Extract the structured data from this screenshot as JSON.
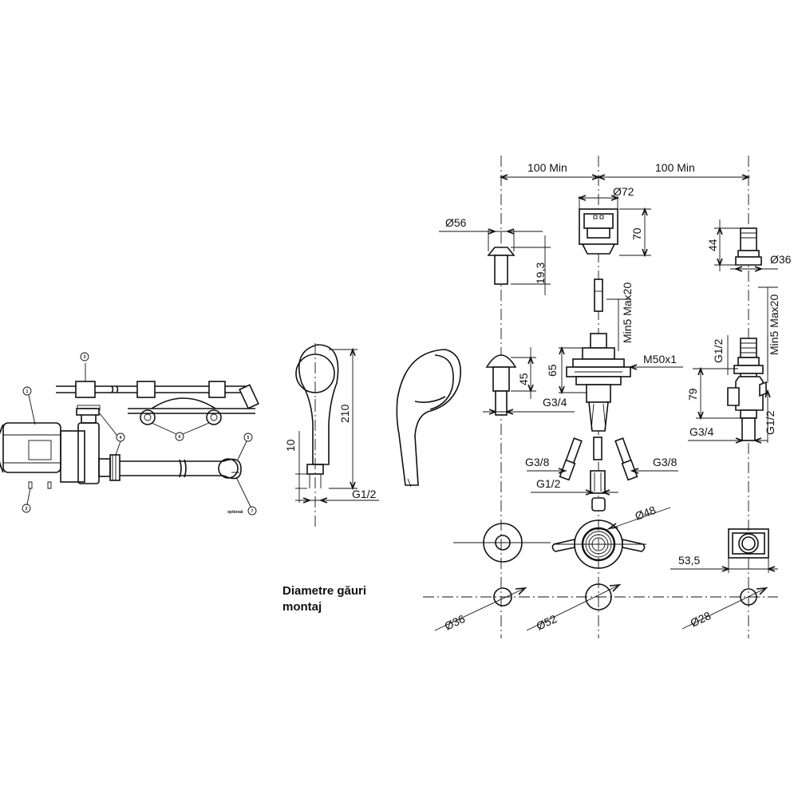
{
  "caption": {
    "line1": "Diametre găuri",
    "line2": "montaj"
  },
  "dimensions": {
    "spacing_left": "100 Min",
    "spacing_right": "100 Min",
    "dia_72": "Ø72",
    "h_70": "70",
    "dia_56": "Ø56",
    "h_19_3": "19,3",
    "h_44": "44",
    "dia_36_top": "Ø36",
    "min5_max20_center": "Min5 Max20",
    "min5_max20_right": "Min5 Max20",
    "m50x1": "M50x1",
    "h_65": "65",
    "h_45": "45",
    "g3_4_left": "G3/4",
    "g1_2_right_top": "G1/2",
    "h_79": "79",
    "g1_2_right_side": "G1/2",
    "g3_4_right": "G3/4",
    "h_210": "210",
    "h_10": "10",
    "g1_2_handshower": "G1/2",
    "g3_8_left": "G3/8",
    "g3_8_right": "G3/8",
    "g1_2_center": "G1/2",
    "dia_48": "Ø48",
    "w_53_5": "53,5",
    "hole_36": "Ø36",
    "hole_52": "Ø52",
    "hole_28": "Ø28"
  },
  "callouts": {
    "n1": "1",
    "n2": "2",
    "n3": "3",
    "n4": "4",
    "n5": "5",
    "n6": "6",
    "n7": "7",
    "optional": "optional"
  }
}
